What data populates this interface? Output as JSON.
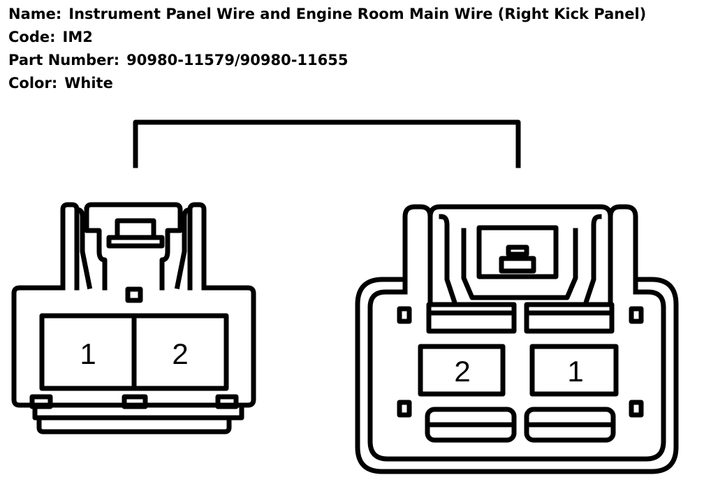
{
  "info": {
    "name_label": "Name:",
    "name_value": "Instrument Panel Wire and Engine Room Main Wire (Right Kick Panel)",
    "code_label": "Code:",
    "code_value": "IM2",
    "part_label": "Part Number:",
    "part_value": "90980-11579/90980-11655",
    "color_label": "Color:",
    "color_value": "White"
  },
  "connectors": {
    "left": {
      "pins": [
        "1",
        "2"
      ]
    },
    "right": {
      "pins": [
        "2",
        "1"
      ]
    }
  },
  "colors": {
    "line": "#000000",
    "background": "#ffffff"
  }
}
